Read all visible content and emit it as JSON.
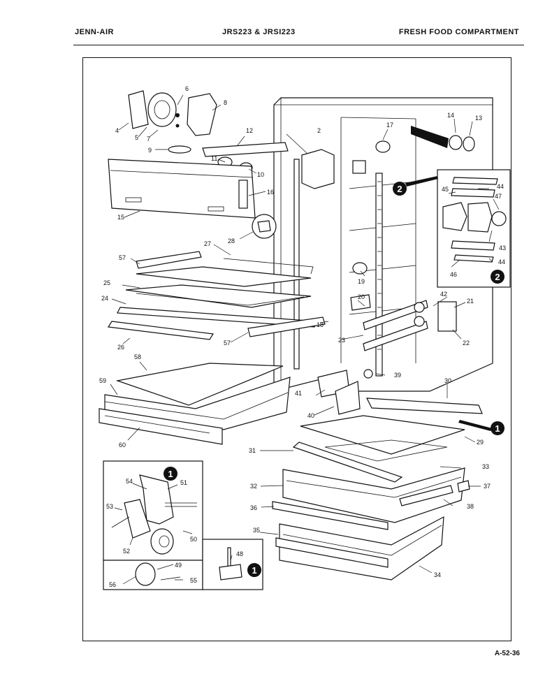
{
  "header": {
    "brand": "JENN-AIR",
    "model": "JRS223 & JRSI223",
    "section": "FRESH FOOD COMPARTMENT"
  },
  "footer": {
    "code": "A-52-36"
  },
  "callouts": [
    "1",
    "2"
  ],
  "labels": {
    "p2": "2",
    "p4": "4",
    "p5": "5",
    "p6": "6",
    "p7": "7",
    "p8": "8",
    "p9": "9",
    "p10": "10",
    "p11": "11",
    "p12": "12",
    "p13": "13",
    "p14": "14",
    "p15": "15",
    "p16": "16",
    "p17": "17",
    "p18": "18",
    "p19": "19",
    "p20": "20",
    "p21": "21",
    "p22": "22",
    "p23": "23",
    "p24": "24",
    "p25": "25",
    "p26": "26",
    "p27": "27",
    "p28": "28",
    "p29": "29",
    "p30": "30",
    "p31": "31",
    "p32": "32",
    "p33": "33",
    "p34": "34",
    "p35": "35",
    "p36": "36",
    "p37": "37",
    "p38": "38",
    "p39": "39",
    "p40": "40",
    "p41": "41",
    "p42": "42",
    "p43": "43",
    "p44a": "44",
    "p44b": "44",
    "p45": "45",
    "p46": "46",
    "p47": "47",
    "p48": "48",
    "p49": "49",
    "p50": "50",
    "p51": "51",
    "p52": "52",
    "p53": "53",
    "p54": "54",
    "p55": "55",
    "p56": "56",
    "p57a": "57",
    "p57b": "57",
    "p58": "58",
    "p59": "59",
    "p60": "60"
  }
}
